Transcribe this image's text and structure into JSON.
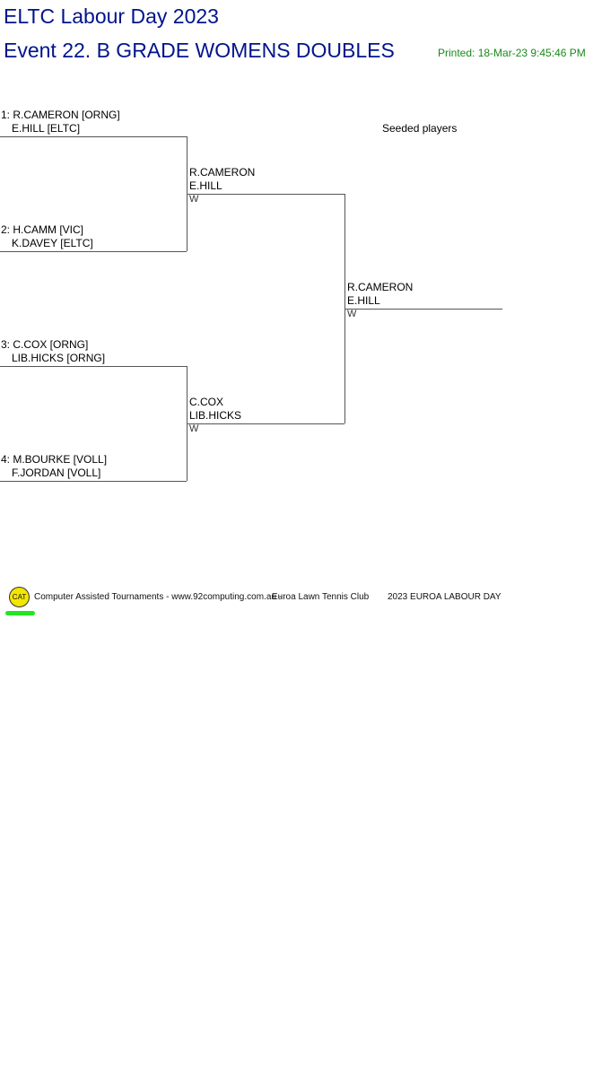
{
  "header": {
    "tournament_title": "ELTC Labour Day 2023",
    "event_title": "Event 22. B GRADE WOMENS DOUBLES",
    "printed": "Printed: 18-Mar-23 9:45:46 PM"
  },
  "legend": {
    "seeded_label": "Seeded players"
  },
  "round1": [
    {
      "line1": "1: R.CAMERON [ORNG]",
      "line2": "E.HILL [ELTC]"
    },
    {
      "line1": "2: H.CAMM [VIC]",
      "line2": "K.DAVEY [ELTC]"
    },
    {
      "line1": "3: C.COX [ORNG]",
      "line2": "LIB.HICKS [ORNG]"
    },
    {
      "line1": "4: M.BOURKE [VOLL]",
      "line2": "F.JORDAN [VOLL]"
    }
  ],
  "round2": [
    {
      "line1": "R.CAMERON",
      "line2": "E.HILL",
      "result": "W"
    },
    {
      "line1": "C.COX",
      "line2": "LIB.HICKS",
      "result": "W"
    }
  ],
  "final": {
    "line1": "R.CAMERON",
    "line2": "E.HILL",
    "result": "W"
  },
  "footer": {
    "logo_text": "CAT",
    "credit": "Computer Assisted Tournaments - www.92computing.com.au -",
    "club": "Euroa Lawn Tennis Club",
    "event_name": "2023 EUROA LABOUR DAY"
  },
  "colors": {
    "title": "#00148c",
    "printed": "#1a8a1a",
    "logo": "#f3e600",
    "swoosh": "#22e622"
  }
}
